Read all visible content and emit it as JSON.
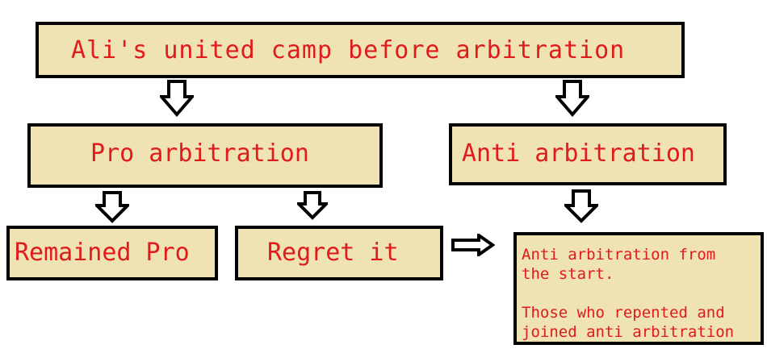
{
  "diagram": {
    "root": {
      "label": "Ali's united camp before arbitration"
    },
    "pro": {
      "label": "Pro arbitration"
    },
    "anti": {
      "label": "Anti arbitration"
    },
    "remained": {
      "label": "Remained Pro"
    },
    "regret": {
      "label": "Regret it"
    },
    "anti_detail": {
      "line1": "Anti arbitration from\nthe start.",
      "line2": "Those who repented and\njoined anti arbitration"
    }
  },
  "colors": {
    "box_fill": "#efe2b3",
    "box_border": "#000000",
    "text": "#e01b1b",
    "arrow_fill": "#ffffff"
  }
}
